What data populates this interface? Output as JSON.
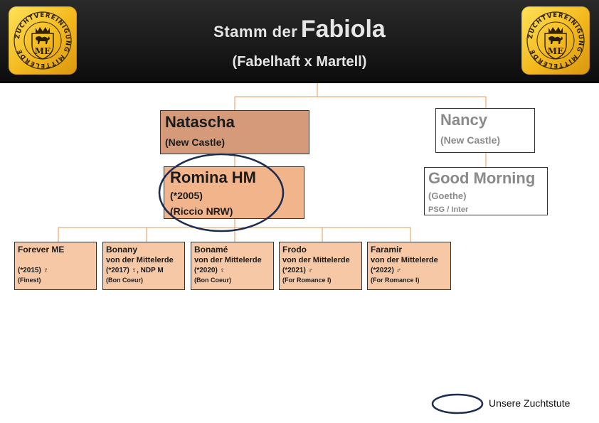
{
  "header": {
    "title_prefix": "Stamm der",
    "title_name": "Fabiola",
    "subtitle": "(Fabelhaft x Martell)",
    "logo_text": "ZUCHTVEREINIGUNG MITTELERDE",
    "logo_monogram": "ME"
  },
  "tree": {
    "natascha": {
      "name": "Natascha",
      "sire": "(New Castle)"
    },
    "nancy": {
      "name": "Nancy",
      "sire": "(New Castle)"
    },
    "romina": {
      "name": "Romina HM",
      "birth": "(*2005)",
      "sire": "(Riccio NRW)"
    },
    "good_morning": {
      "name": "Good Morning",
      "sire": "(Goethe)",
      "note": "PSG / Inter"
    },
    "children": [
      {
        "name": "Forever ME",
        "line2": "",
        "year": "(*2015) ♀",
        "sire": "(Finest)"
      },
      {
        "name": "Bonany",
        "line2": "von der Mittelerde",
        "year": "(*2017) ♀, NDP  M",
        "sire": "(Bon Coeur)"
      },
      {
        "name": "Bonamé",
        "line2": "von der Mittelerde",
        "year": "(*2020) ♀",
        "sire": "(Bon Coeur)"
      },
      {
        "name": "Frodo",
        "line2": "von der Mittelerde",
        "year": "(*2021) ♂",
        "sire": "(For Romance I)"
      },
      {
        "name": "Faramir",
        "line2": "von der Mittelerde",
        "year": "(*2022) ♂",
        "sire": "(For Romance I)"
      }
    ]
  },
  "legend": {
    "label": "Unsere Zuchtstute"
  },
  "colors": {
    "connector": "#e39a55",
    "natascha_fill": "#d49a7a",
    "romina_fill": "#f2b48a",
    "child_fill": "#f7c8a6",
    "highlight_ellipse": "#1f2d4f"
  }
}
